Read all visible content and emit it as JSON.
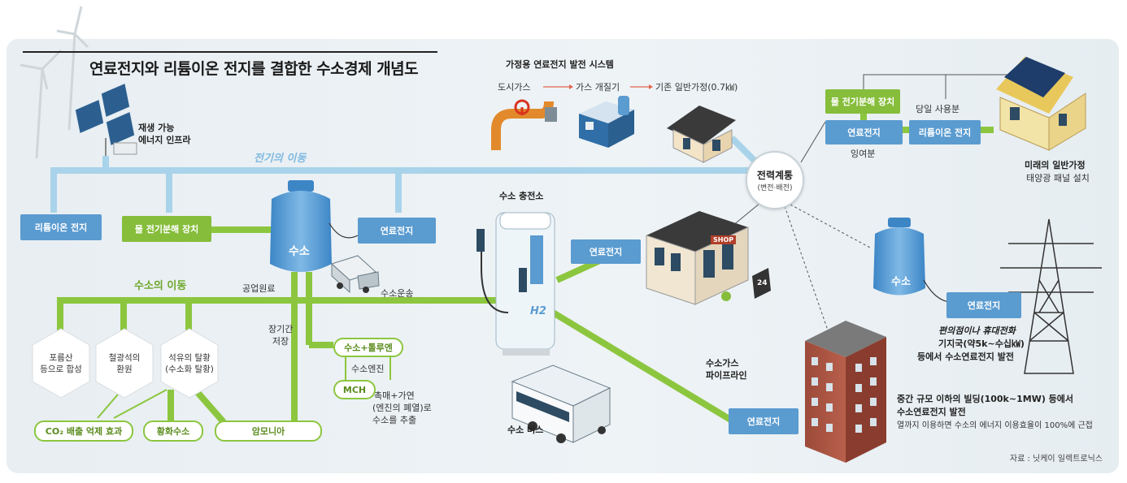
{
  "title": "연료전지와 리튬이온 전지를 결합한 수소경제 개념도",
  "renewable": {
    "line1": "재생 가능",
    "line2": "에너지 인프라"
  },
  "electricity_flow": "전기의 이동",
  "hydrogen_flow": "수소의 이동",
  "left_boxes": {
    "li_ion": "리튬이온 전지",
    "electrolyzer": "물 전기분해 장치",
    "tank": "수소",
    "fuel_cell": "연료전지"
  },
  "industrial_raw": "공업원료",
  "h2_transport": "수소운송",
  "long_storage": {
    "line1": "장기간",
    "line2": "저장"
  },
  "hexagons": [
    {
      "line1": "포름산",
      "line2": "등으로 합성"
    },
    {
      "line1": "철광석의",
      "line2": "환원"
    },
    {
      "line1": "석유의 탈황",
      "line2": "(수소화 탈황)"
    }
  ],
  "pills": {
    "co2": "CO₂ 배출 억제 효과",
    "sulfide": "황화수소",
    "ammonia": "암모니아",
    "toluene": "수소+톨루엔",
    "mch": "MCH"
  },
  "h2_engine": "수소엔진",
  "catalyst": {
    "line1": "촉매+가연",
    "line2": "(엔진의 폐열)로",
    "line3": "수소를 추출"
  },
  "home_system": {
    "title": "가정용 연료전지 발전 시스템",
    "step1": "도시가스",
    "step2": "가스 개질기",
    "step3": "기존 일반가정(0.7㎾)"
  },
  "station": {
    "title": "수소 충전소",
    "h2": "H2",
    "fuel_cell": "연료전지"
  },
  "bus": "수소 버스",
  "pipeline": {
    "line1": "수소가스",
    "line2": "파이프라인"
  },
  "building_fuel_cell": "연료전지",
  "shop": {
    "sign": "SHOP",
    "hours": "24"
  },
  "grid": {
    "line1": "전력계통",
    "line2": "(변전·배전)"
  },
  "future": {
    "electrolyzer": "물 전기분해 장치",
    "fuel_cell": "연료전지",
    "li_ion": "리튬이온 전지",
    "same_day": "당일 사용분",
    "surplus": "잉여분",
    "home_line1": "미래의 일반가정",
    "home_line2": "태양광 패널 설치"
  },
  "tower": {
    "tank": "수소",
    "fuel_cell": "연료전지",
    "desc1": "편의점이나 휴대전화",
    "desc2": "기지국(약5k~수십㎾)",
    "desc3": "등에서 수소연료전지 발전"
  },
  "building_desc": {
    "line1": "중간 규모 이하의 빌딩(100k~1MW) 등에서",
    "line2": "수소연료전지 발전",
    "line3": "열까지 이용하면 수소의 에너지 이용효율이 100%에 근접"
  },
  "source": "자료 : 닛케이 일렉트로닉스",
  "colors": {
    "blue_line": "#a9d3ea",
    "green_line": "#8cc63f",
    "blue_box": "#5a9bd0",
    "green_box": "#86bd3b"
  }
}
